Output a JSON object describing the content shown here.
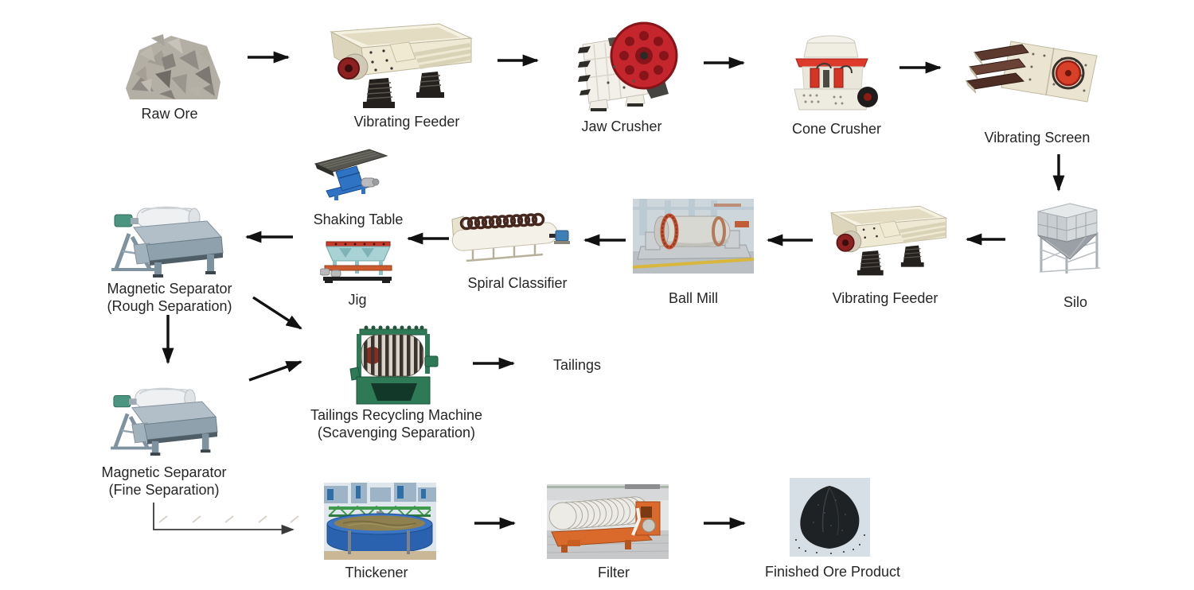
{
  "page": {
    "background": "#ffffff"
  },
  "diagram": {
    "type": "process-flow",
    "subject": "ore beneficiation flow",
    "label_color": "#262626",
    "arrow_color": "#111111",
    "accent_colors": {
      "machine_cream": "#efe9d6",
      "machine_red": "#c5252c",
      "machine_green": "#2f7a56",
      "machine_blue": "#2f73c4",
      "machine_steel": "#90a2ae",
      "machine_orange": "#d96a2b"
    },
    "nodes": [
      {
        "id": "raw-ore",
        "label": "Raw Ore"
      },
      {
        "id": "vibrating-feeder-1",
        "label": "Vibrating Feeder"
      },
      {
        "id": "jaw-crusher",
        "label": "Jaw Crusher"
      },
      {
        "id": "cone-crusher",
        "label": "Cone Crusher"
      },
      {
        "id": "vibrating-screen",
        "label": "Vibrating Screen"
      },
      {
        "id": "silo",
        "label": "Silo"
      },
      {
        "id": "vibrating-feeder-2",
        "label": "Vibrating Feeder"
      },
      {
        "id": "ball-mill",
        "label": "Ball Mill"
      },
      {
        "id": "spiral-classifier",
        "label": "Spiral Classifier"
      },
      {
        "id": "shaking-table",
        "label": "Shaking Table"
      },
      {
        "id": "jig",
        "label": "Jig"
      },
      {
        "id": "magnetic-separator-rough",
        "label": "Magnetic Separator",
        "sublabel": "(Rough Separation)"
      },
      {
        "id": "magnetic-separator-fine",
        "label": "Magnetic Separator",
        "sublabel": "(Fine Separation)"
      },
      {
        "id": "tailings-recycling-machine",
        "label": "Tailings Recycling Machine",
        "sublabel": "(Scavenging Separation)"
      },
      {
        "id": "tailings",
        "label": "Tailings"
      },
      {
        "id": "thickener",
        "label": "Thickener"
      },
      {
        "id": "filter",
        "label": "Filter"
      },
      {
        "id": "finished-ore-product",
        "label": "Finished Ore Product"
      }
    ],
    "edges": [
      {
        "from": "raw-ore",
        "to": "vibrating-feeder-1"
      },
      {
        "from": "vibrating-feeder-1",
        "to": "jaw-crusher"
      },
      {
        "from": "jaw-crusher",
        "to": "cone-crusher"
      },
      {
        "from": "cone-crusher",
        "to": "vibrating-screen"
      },
      {
        "from": "vibrating-screen",
        "to": "silo"
      },
      {
        "from": "silo",
        "to": "vibrating-feeder-2"
      },
      {
        "from": "vibrating-feeder-2",
        "to": "ball-mill"
      },
      {
        "from": "ball-mill",
        "to": "spiral-classifier"
      },
      {
        "from": "spiral-classifier",
        "to": "shaking-table-jig"
      },
      {
        "from": "shaking-table-jig",
        "to": "magnetic-separator-rough"
      },
      {
        "from": "magnetic-separator-rough",
        "to": "magnetic-separator-fine"
      },
      {
        "from": "magnetic-separator-rough",
        "to": "tailings-recycling-machine"
      },
      {
        "from": "magnetic-separator-fine",
        "to": "tailings-recycling-machine"
      },
      {
        "from": "tailings-recycling-machine",
        "to": "tailings"
      },
      {
        "from": "magnetic-separator-fine",
        "to": "thickener"
      },
      {
        "from": "thickener",
        "to": "filter"
      },
      {
        "from": "filter",
        "to": "finished-ore-product"
      }
    ]
  }
}
